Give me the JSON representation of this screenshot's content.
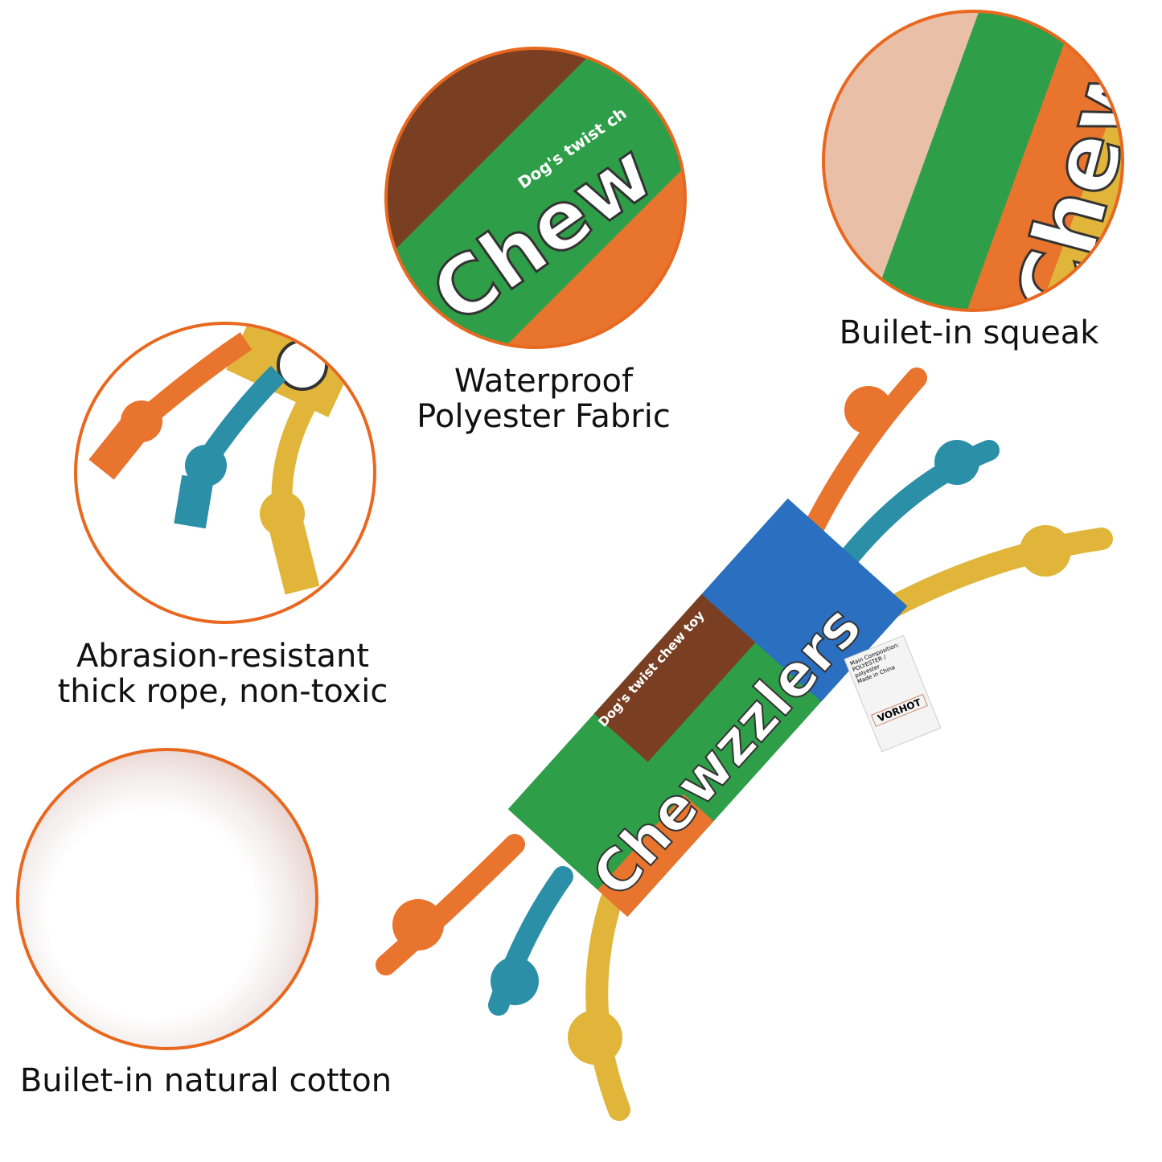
{
  "features": [
    {
      "id": "waterproof",
      "lines": [
        "Waterproof",
        "Polyester Fabric"
      ],
      "image": "fabric-closeup"
    },
    {
      "id": "squeak",
      "lines": [
        "Builet-in squeak"
      ],
      "image": "fingers-pressing-toy"
    },
    {
      "id": "rope",
      "lines": [
        "Abrasion-resistant",
        "thick rope, non-toxic"
      ],
      "image": "rope-knots-closeup"
    },
    {
      "id": "cotton",
      "lines": [
        "Builet-in natural cotton"
      ],
      "image": "cotton-stuffing"
    }
  ],
  "product": {
    "brand_text": "Chewzzlers",
    "tagline": "Dog's twist chew toy",
    "closeup_text": "Chew",
    "closeup_tagline": "Dog's twist ch",
    "tag_lines": [
      "Main Composition:",
      "POLYESTER / polyester",
      "Made in China"
    ],
    "tag_brand": "VORHOT"
  },
  "colors": {
    "accent": "#e8681f",
    "orange_rope": "#e8742e",
    "blue_rope": "#2b8fa8",
    "yellow_rope": "#e0b53a",
    "green": "#2f9e48",
    "brown": "#7a3f22",
    "blue": "#2a6fc0"
  }
}
